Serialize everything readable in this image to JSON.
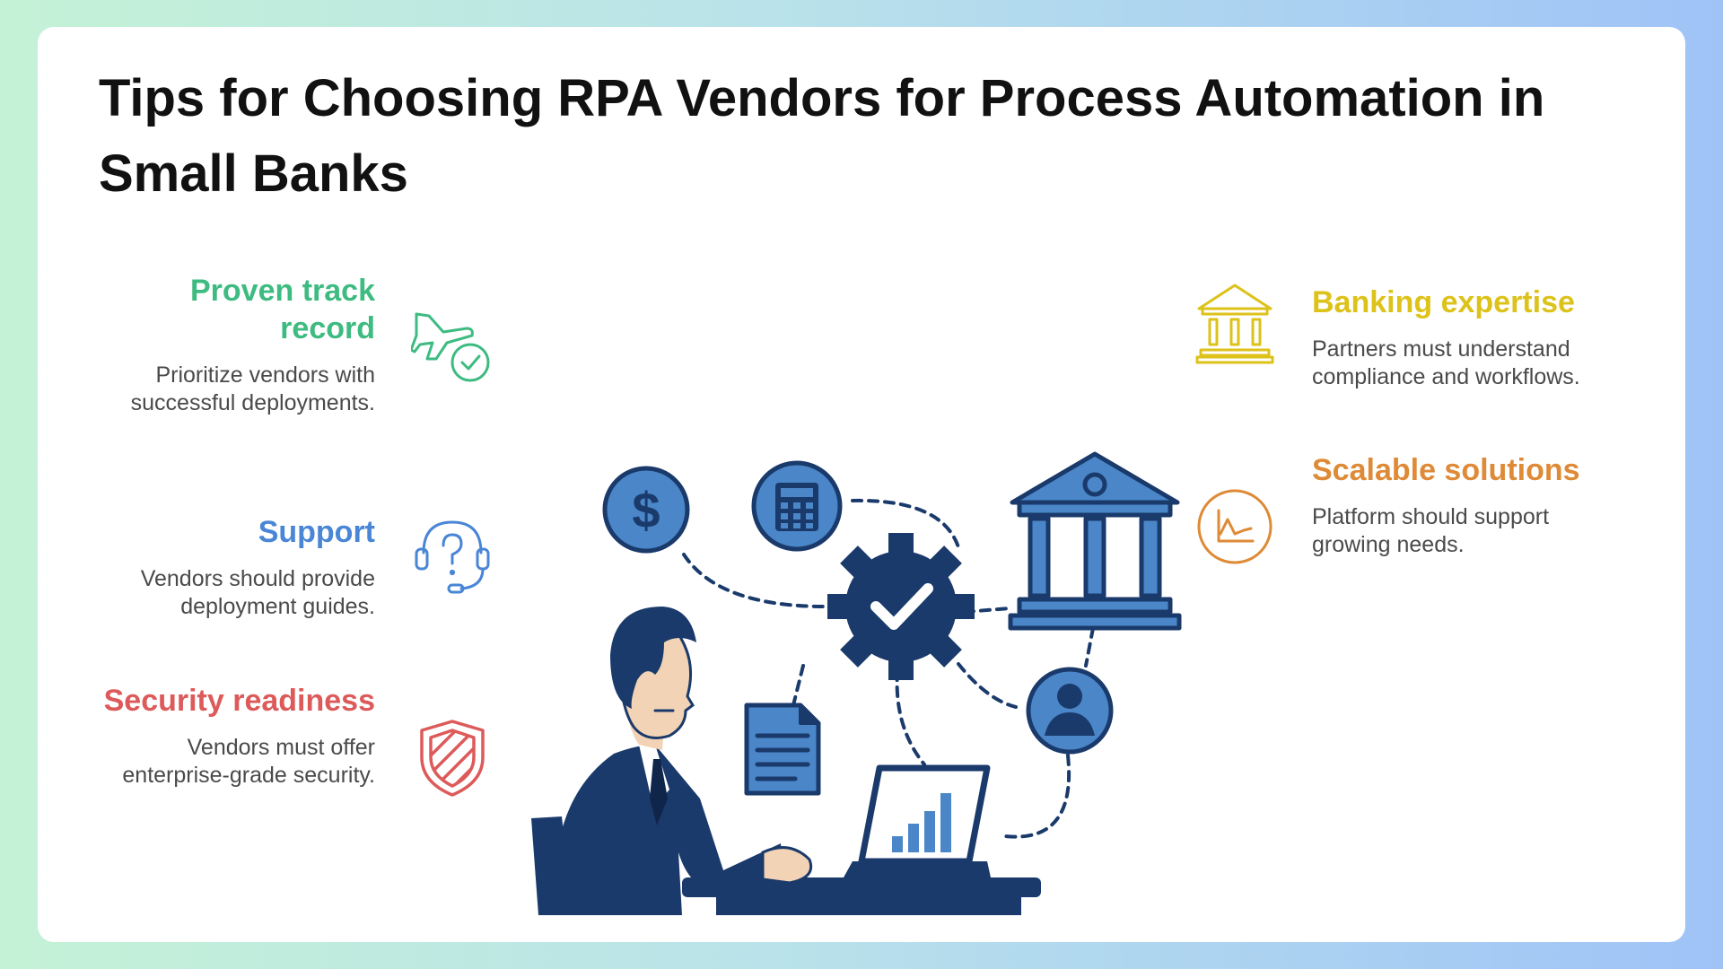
{
  "title": "Tips for Choosing RPA Vendors for Process Automation in Small Banks",
  "colors": {
    "proven": "#3dbb80",
    "support": "#4a86d6",
    "security": "#dd5a5a",
    "banking": "#ddc21a",
    "scalable": "#de8a36",
    "illustration_navy": "#1a3a6b",
    "illustration_blue": "#4a86c8"
  },
  "tips": {
    "proven": {
      "title": "Proven track record",
      "description": "Prioritize vendors with successful deployments.",
      "icon": "airplane-check-icon"
    },
    "support": {
      "title": "Support",
      "description": "Vendors should provide deployment guides.",
      "icon": "headset-question-icon"
    },
    "security": {
      "title": "Security readiness",
      "description": "Vendors must offer enterprise-grade security.",
      "icon": "shield-icon"
    },
    "banking": {
      "title": "Banking expertise",
      "description": "Partners must understand compliance and workflows.",
      "icon": "bank-icon"
    },
    "scalable": {
      "title": "Scalable solutions",
      "description": "Platform should support growing needs.",
      "icon": "line-chart-icon"
    }
  }
}
